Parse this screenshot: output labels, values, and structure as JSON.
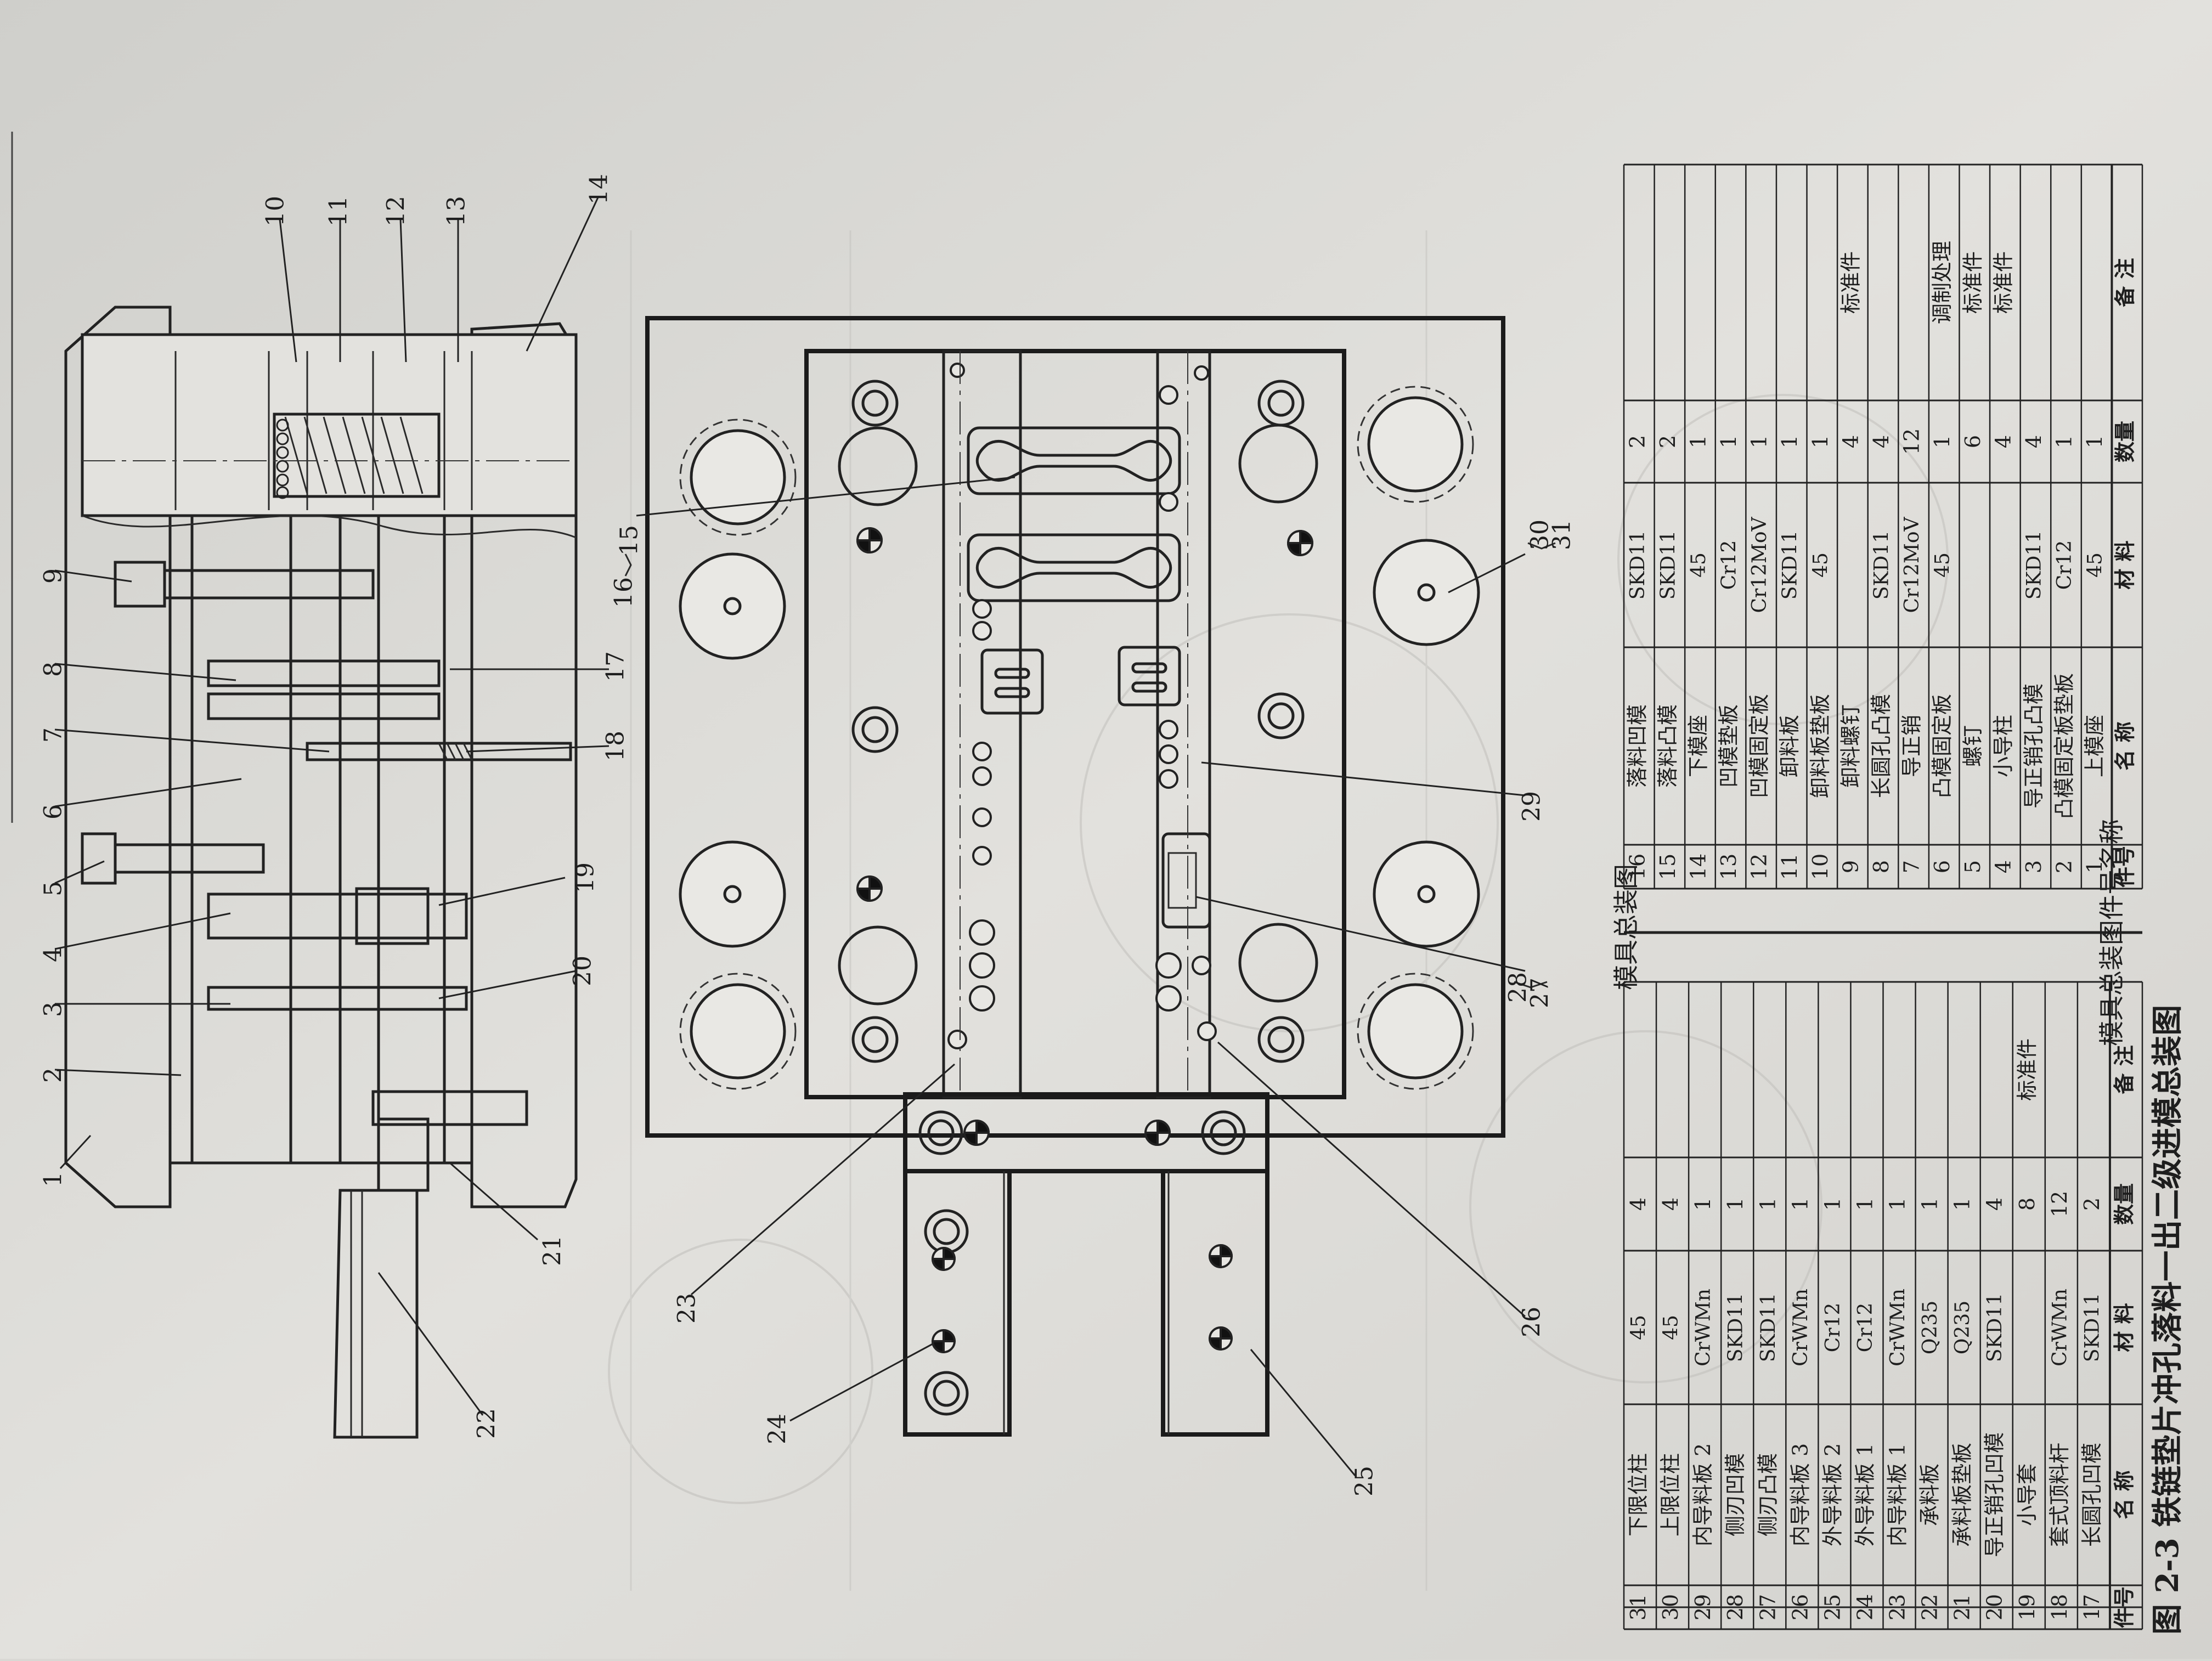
{
  "drawing": {
    "caption": "图 2-3   铁链垫片冲孔落料一出二级进模总装图",
    "assembly_title": "模具总装图",
    "parts_list_title": "模具总装图件号名称",
    "callouts": [
      "1",
      "2",
      "3",
      "4",
      "5",
      "6",
      "7",
      "8",
      "9",
      "10",
      "11",
      "12",
      "13",
      "14",
      "15",
      "16",
      "17",
      "18",
      "19",
      "20",
      "21",
      "22",
      "23",
      "24",
      "25",
      "26",
      "27",
      "28",
      "29",
      "30",
      "31"
    ],
    "callout_groups": [
      "16",
      "15",
      "30",
      "31",
      "27",
      "28"
    ]
  },
  "parts_table": {
    "headers": {
      "no": "件号",
      "name": "名    称",
      "material": "材    料",
      "qty": "数量",
      "note": "备    注"
    },
    "left": [
      {
        "no": "31",
        "name": "下限位柱",
        "material": "45",
        "qty": "4",
        "note": ""
      },
      {
        "no": "30",
        "name": "上限位柱",
        "material": "45",
        "qty": "4",
        "note": ""
      },
      {
        "no": "29",
        "name": "内导料板 2",
        "material": "CrWMn",
        "qty": "1",
        "note": ""
      },
      {
        "no": "28",
        "name": "侧刃凹模",
        "material": "SKD11",
        "qty": "1",
        "note": ""
      },
      {
        "no": "27",
        "name": "侧刃凸模",
        "material": "SKD11",
        "qty": "1",
        "note": ""
      },
      {
        "no": "26",
        "name": "内导料板 3",
        "material": "CrWMn",
        "qty": "1",
        "note": ""
      },
      {
        "no": "25",
        "name": "外导料板 2",
        "material": "Cr12",
        "qty": "1",
        "note": ""
      },
      {
        "no": "24",
        "name": "外导料板 1",
        "material": "Cr12",
        "qty": "1",
        "note": ""
      },
      {
        "no": "23",
        "name": "内导料板 1",
        "material": "CrWMn",
        "qty": "1",
        "note": ""
      },
      {
        "no": "22",
        "name": "承料板",
        "material": "Q235",
        "qty": "1",
        "note": ""
      },
      {
        "no": "21",
        "name": "承料板垫板",
        "material": "Q235",
        "qty": "1",
        "note": ""
      },
      {
        "no": "20",
        "name": "导正销孔凹模",
        "material": "SKD11",
        "qty": "4",
        "note": ""
      },
      {
        "no": "19",
        "name": "小导套",
        "material": "",
        "qty": "8",
        "note": "标准件"
      },
      {
        "no": "18",
        "name": "套式顶料杆",
        "material": "CrWMn",
        "qty": "12",
        "note": ""
      },
      {
        "no": "17",
        "name": "长圆孔凹模",
        "material": "SKD11",
        "qty": "2",
        "note": ""
      }
    ],
    "right": [
      {
        "no": "16",
        "name": "落料凹模",
        "material": "SKD11",
        "qty": "2",
        "note": ""
      },
      {
        "no": "15",
        "name": "落料凸模",
        "material": "SKD11",
        "qty": "2",
        "note": ""
      },
      {
        "no": "14",
        "name": "下模座",
        "material": "45",
        "qty": "1",
        "note": ""
      },
      {
        "no": "13",
        "name": "凹模垫板",
        "material": "Cr12",
        "qty": "1",
        "note": ""
      },
      {
        "no": "12",
        "name": "凹模固定板",
        "material": "Cr12MoV",
        "qty": "1",
        "note": ""
      },
      {
        "no": "11",
        "name": "卸料板",
        "material": "SKD11",
        "qty": "1",
        "note": ""
      },
      {
        "no": "10",
        "name": "卸料板垫板",
        "material": "45",
        "qty": "1",
        "note": ""
      },
      {
        "no": "9",
        "name": "卸料螺钉",
        "material": "",
        "qty": "4",
        "note": "标准件"
      },
      {
        "no": "8",
        "name": "长圆孔凸模",
        "material": "SKD11",
        "qty": "4",
        "note": ""
      },
      {
        "no": "7",
        "name": "导正销",
        "material": "Cr12MoV",
        "qty": "12",
        "note": ""
      },
      {
        "no": "6",
        "name": "凸模固定板",
        "material": "45",
        "qty": "1",
        "note": "调制处理"
      },
      {
        "no": "5",
        "name": "螺钉",
        "material": "",
        "qty": "6",
        "note": "标准件"
      },
      {
        "no": "4",
        "name": "小导柱",
        "material": "",
        "qty": "4",
        "note": "标准件"
      },
      {
        "no": "3",
        "name": "导正销孔凸模",
        "material": "SKD11",
        "qty": "4",
        "note": ""
      },
      {
        "no": "2",
        "name": "凸模固定板垫板",
        "material": "Cr12",
        "qty": "1",
        "note": ""
      },
      {
        "no": "1",
        "name": "上模座",
        "material": "45",
        "qty": "1",
        "note": ""
      }
    ]
  }
}
